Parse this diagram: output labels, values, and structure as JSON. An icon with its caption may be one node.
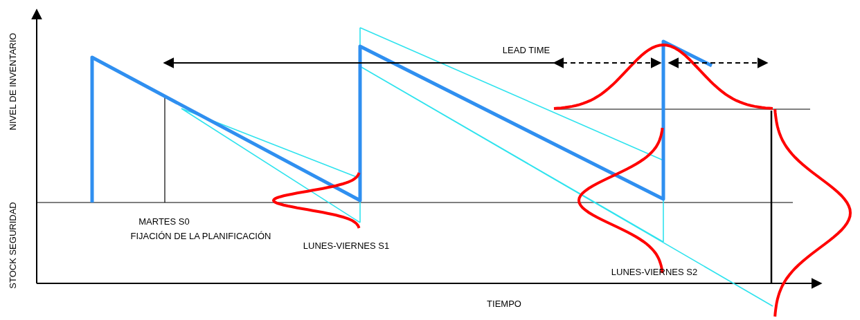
{
  "diagram": {
    "labels": [
      "NIVEL DE INVENTARIO",
      "STOCK SEGURIDAD",
      "LEAD TIME",
      "MARTES S0",
      "FIJACIÓN DE LA PLANIFICACIÓN",
      "LUNES-VIERNES S1",
      "LUNES-VIERNES S2",
      "TIEMPO"
    ]
  }
}
